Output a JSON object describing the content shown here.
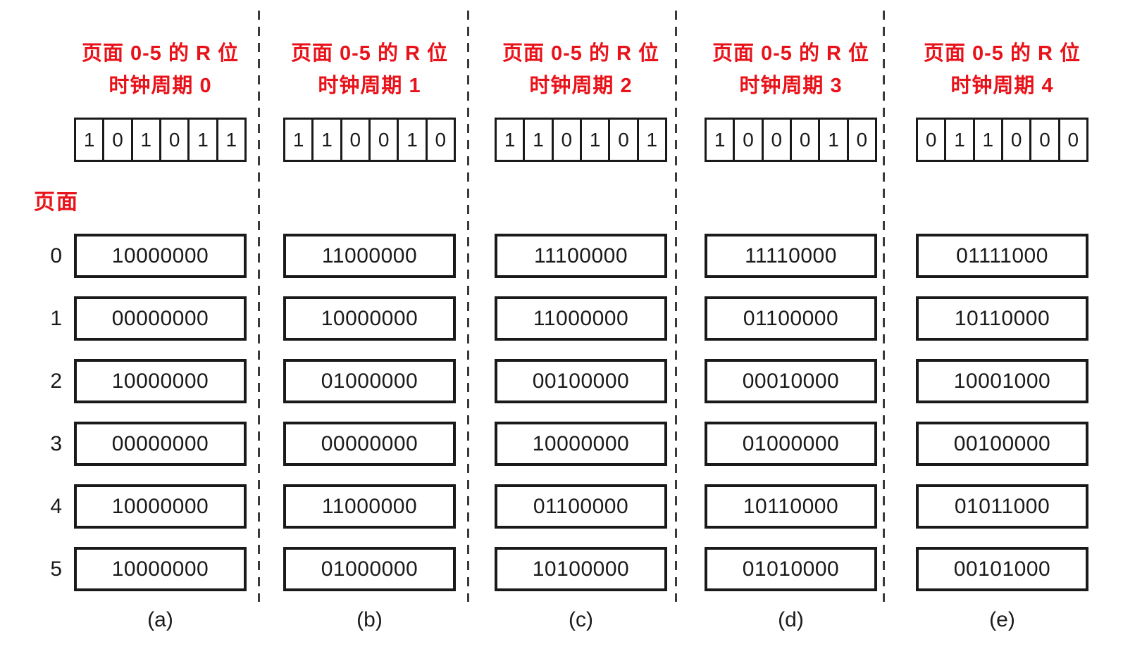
{
  "diagram": {
    "page_axis_label": "页面",
    "page_numbers": [
      "0",
      "1",
      "2",
      "3",
      "4",
      "5"
    ],
    "colors": {
      "accent_red": "#e8131a",
      "line_black": "#1a1a1a"
    },
    "columns": [
      {
        "title_line1": "页面 0-5 的 R 位",
        "title_line2": "时钟周期 0",
        "r_bits": [
          "1",
          "0",
          "1",
          "0",
          "1",
          "1"
        ],
        "counters": [
          "10000000",
          "00000000",
          "10000000",
          "00000000",
          "10000000",
          "10000000"
        ],
        "caption": "(a)"
      },
      {
        "title_line1": "页面 0-5 的 R 位",
        "title_line2": "时钟周期 1",
        "r_bits": [
          "1",
          "1",
          "0",
          "0",
          "1",
          "0"
        ],
        "counters": [
          "11000000",
          "10000000",
          "01000000",
          "00000000",
          "11000000",
          "01000000"
        ],
        "caption": "(b)"
      },
      {
        "title_line1": "页面 0-5 的 R 位",
        "title_line2": "时钟周期 2",
        "r_bits": [
          "1",
          "1",
          "0",
          "1",
          "0",
          "1"
        ],
        "counters": [
          "11100000",
          "11000000",
          "00100000",
          "10000000",
          "01100000",
          "10100000"
        ],
        "caption": "(c)"
      },
      {
        "title_line1": "页面 0-5 的 R 位",
        "title_line2": "时钟周期 3",
        "r_bits": [
          "1",
          "0",
          "0",
          "0",
          "1",
          "0"
        ],
        "counters": [
          "11110000",
          "01100000",
          "00010000",
          "01000000",
          "10110000",
          "01010000"
        ],
        "caption": "(d)"
      },
      {
        "title_line1": "页面 0-5 的 R 位",
        "title_line2": "时钟周期 4",
        "r_bits": [
          "0",
          "1",
          "1",
          "0",
          "0",
          "0"
        ],
        "counters": [
          "01111000",
          "10110000",
          "10001000",
          "00100000",
          "01011000",
          "00101000"
        ],
        "caption": "(e)"
      }
    ]
  }
}
